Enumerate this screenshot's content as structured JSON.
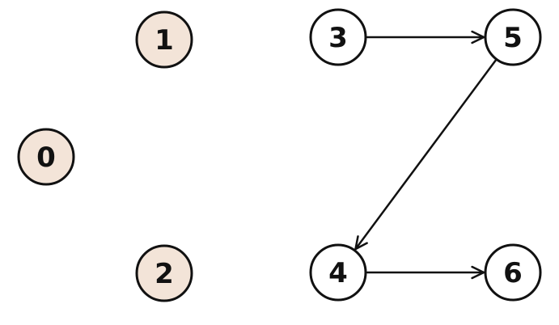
{
  "colors": {
    "visited_fill": "#f3e4d8",
    "unvisited_fill": "#ffffff",
    "stroke": "#111111"
  },
  "nodes": [
    {
      "id": "0",
      "label": "0",
      "state": "visited"
    },
    {
      "id": "1",
      "label": "1",
      "state": "visited"
    },
    {
      "id": "2",
      "label": "2",
      "state": "visited"
    },
    {
      "id": "3",
      "label": "3",
      "state": "unvisited"
    },
    {
      "id": "4",
      "label": "4",
      "state": "unvisited"
    },
    {
      "id": "5",
      "label": "5",
      "state": "unvisited"
    },
    {
      "id": "6",
      "label": "6",
      "state": "unvisited"
    }
  ],
  "edges": [
    {
      "from": "3",
      "to": "5",
      "directed": true
    },
    {
      "from": "5",
      "to": "4",
      "directed": true
    },
    {
      "from": "4",
      "to": "6",
      "directed": true
    }
  ]
}
